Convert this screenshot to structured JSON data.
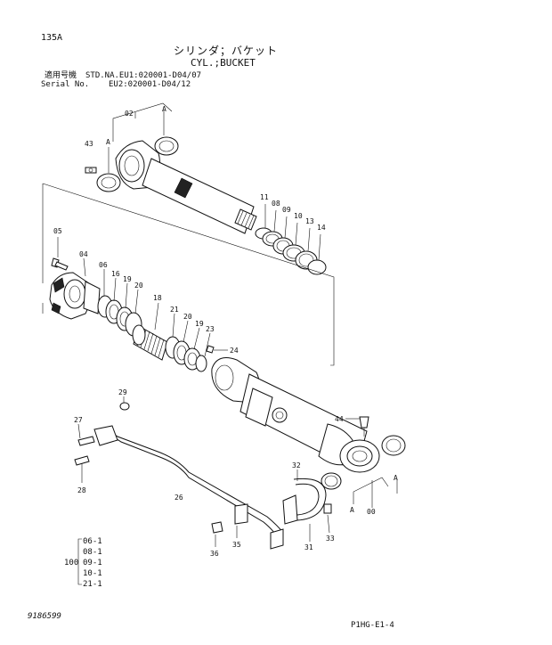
{
  "page": {
    "page_code": "135A",
    "title_jp": "シリンダ；バケット",
    "title_en": "CYL.;BUCKET",
    "applicability_label_jp": "適用号機",
    "serial_label": "Serial No.",
    "serial_line1": "STD.NA.EU1:020001-D04/07",
    "serial_line2": "EU2:020001-D04/12",
    "drawing_number": "9186599",
    "footer_code": "P1HG-E1-4"
  },
  "group_100": {
    "label": "100",
    "items": [
      "06-1",
      "08-1",
      "09-1",
      "10-1",
      "21-1"
    ]
  },
  "callouts": {
    "c02": "02",
    "cA1": "A",
    "cA2": "A",
    "c43": "43",
    "c11": "11",
    "c08": "08",
    "c09": "09",
    "c10": "10",
    "c13": "13",
    "c14": "14",
    "c05": "05",
    "c04": "04",
    "c06": "06",
    "c16": "16",
    "c19a": "19",
    "c20a": "20",
    "c18": "18",
    "c21": "21",
    "c20b": "20",
    "c19b": "19",
    "c23": "23",
    "c24": "24",
    "c29": "29",
    "c27": "27",
    "c28": "28",
    "c26": "26",
    "c44": "44",
    "c32": "32",
    "c33": "33",
    "c31": "31",
    "c35": "35",
    "c36": "36",
    "cA3": "A",
    "cA4": "A",
    "c00": "00"
  }
}
